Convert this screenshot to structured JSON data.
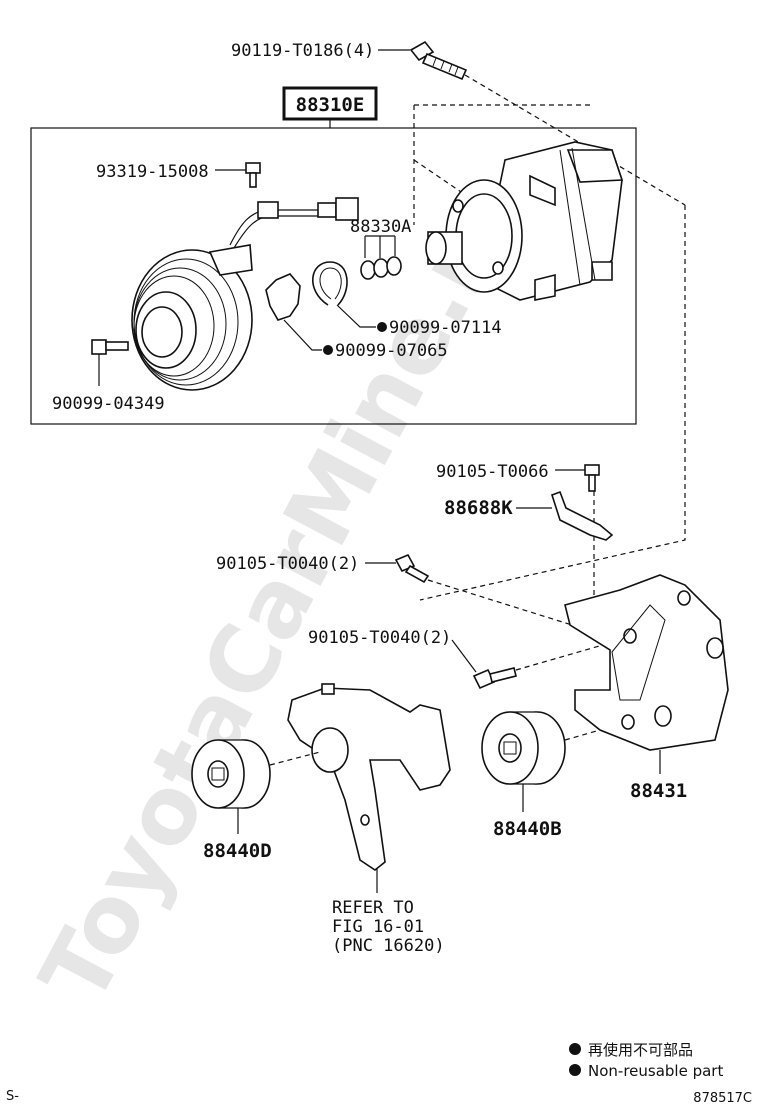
{
  "watermark": "ToyotaCarMine.ru",
  "group_label": "88310E",
  "parts": {
    "bolt_top": "90119-T0186(4)",
    "screw": "93319-15008",
    "clutch_sub": "88330A",
    "snap_ring_1": "90099-07114",
    "snap_ring_2": "90099-07065",
    "clutch_bolt": "90099-04349",
    "bolt_bracket": "90105-T0066",
    "bracket": "88688K",
    "bolt_a": "90105-T0040(2)",
    "bolt_b": "90105-T0040(2)",
    "pulley_d": "88440D",
    "pulley_b": "88440B",
    "compressor_bracket": "88431"
  },
  "reference": {
    "line1": "REFER TO",
    "line2": "FIG 16-01",
    "line3": "(PNC 16620)"
  },
  "legend": {
    "jp": "再使用不可部品",
    "en": "Non-reusable part"
  },
  "footer": {
    "left": "S-",
    "right": "878517C"
  }
}
